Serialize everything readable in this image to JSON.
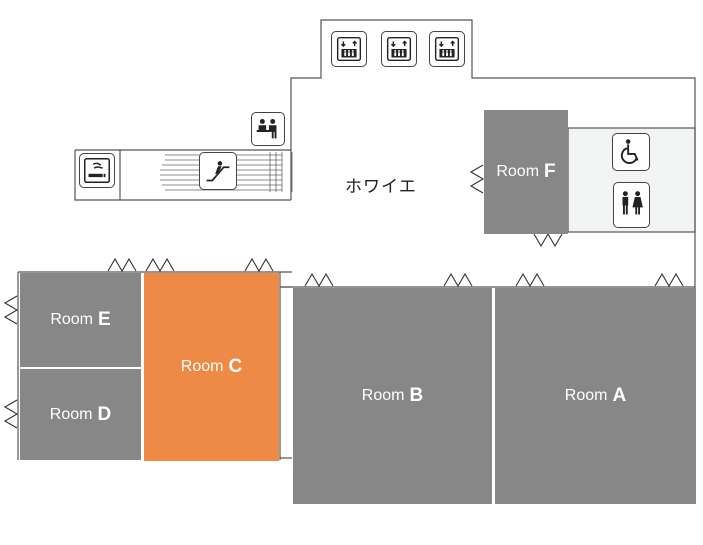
{
  "map": {
    "foyer_label": "ホワイエ",
    "colors": {
      "room": "#878787",
      "highlight": "#ee8a45",
      "line": "#555555",
      "light_area": "#f2f4f3"
    },
    "rooms": [
      {
        "id": "A",
        "word": "Room",
        "letter": "A",
        "highlighted": false
      },
      {
        "id": "B",
        "word": "Room",
        "letter": "B",
        "highlighted": false
      },
      {
        "id": "C",
        "word": "Room",
        "letter": "C",
        "highlighted": true
      },
      {
        "id": "D",
        "word": "Room",
        "letter": "D",
        "highlighted": false
      },
      {
        "id": "E",
        "word": "Room",
        "letter": "E",
        "highlighted": false
      },
      {
        "id": "F",
        "word": "Room",
        "letter": "F",
        "highlighted": false
      }
    ],
    "icons": [
      "elevator-icon",
      "elevator-icon",
      "elevator-icon",
      "reception-icon",
      "smoking-area-icon",
      "escalator-icon",
      "accessible-toilet-icon",
      "restroom-icon"
    ]
  }
}
